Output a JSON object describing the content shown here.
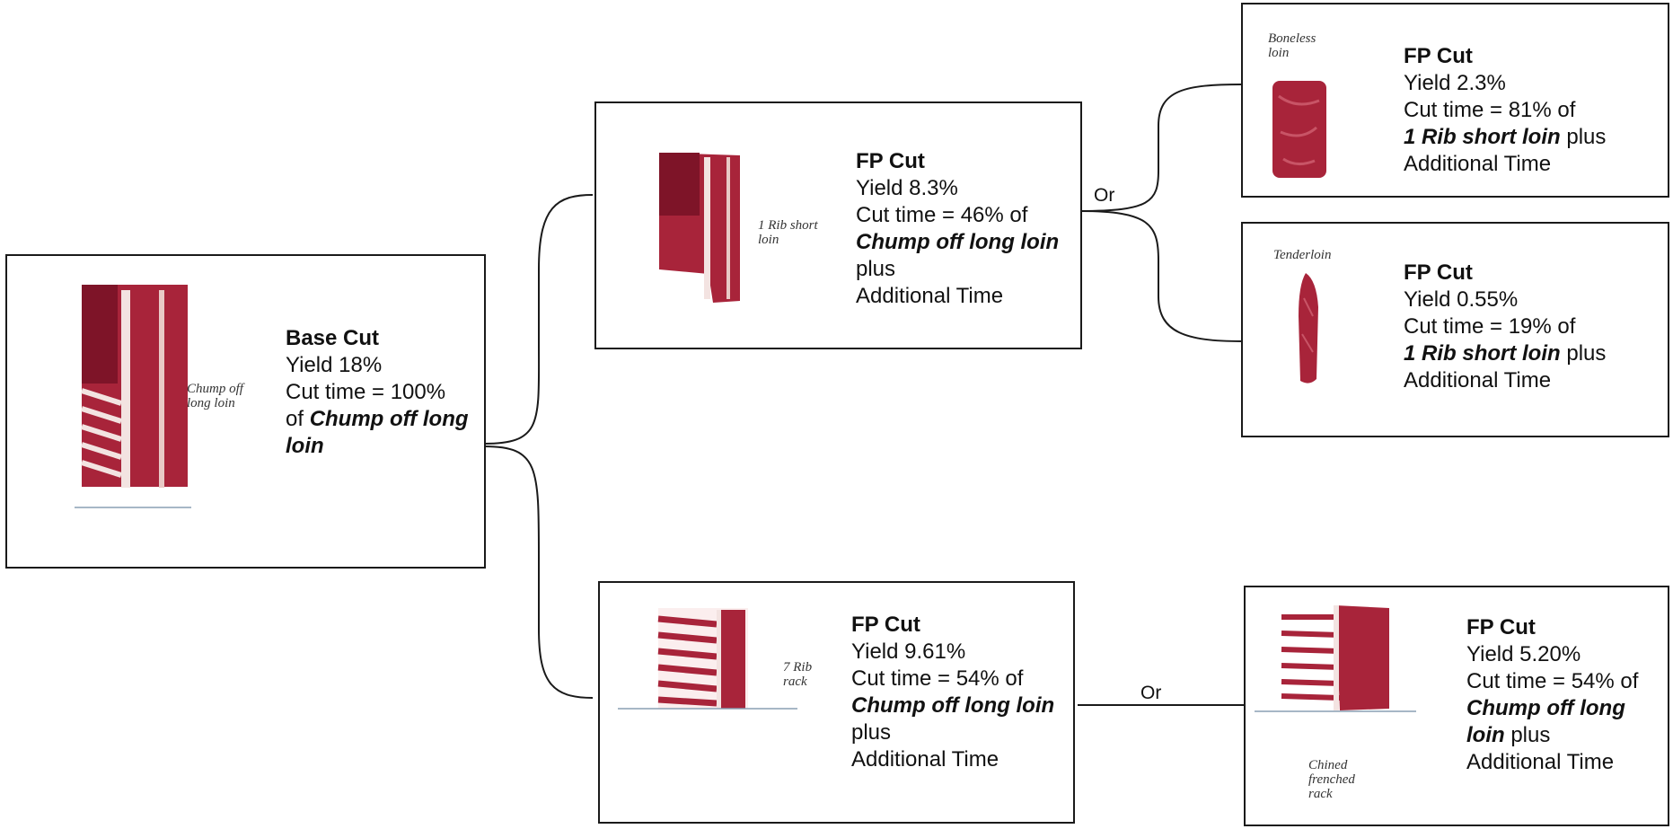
{
  "connector_words": {
    "upper": "Or",
    "lower": "Or"
  },
  "nodes": {
    "base": {
      "head": "Base Cut",
      "yield": "Yield 18%",
      "time_a": "Cut time = 100%",
      "time_b": "of ",
      "ref": "Chump off long loin",
      "caption": "Chump off long loin"
    },
    "short_loin": {
      "head": "FP Cut",
      "yield": "Yield 8.3%",
      "time_a": "Cut time = 46% of",
      "ref": "Chump off long loin",
      "plus": " plus",
      "tail": "Additional Time",
      "caption": "1 Rib short loin"
    },
    "boneless_loin": {
      "head": "FP Cut",
      "yield": "Yield 2.3%",
      "time_a": "Cut time = 81% of",
      "ref": "1 Rib short loin",
      "plus": " plus",
      "tail": "Additional Time",
      "caption": "Boneless loin"
    },
    "tenderloin": {
      "head": "FP Cut",
      "yield": "Yield 0.55%",
      "time_a": "Cut time = 19% of",
      "ref": "1 Rib short loin",
      "plus": " plus",
      "tail": "Additional Time",
      "caption": "Tenderloin"
    },
    "rack": {
      "head": "FP Cut",
      "yield": "Yield 9.61%",
      "time_a": "Cut time = 54% of",
      "ref": "Chump off long loin",
      "plus": " plus",
      "tail": "Additional Time",
      "caption": "7 Rib rack"
    },
    "frenched_rack": {
      "head": "FP Cut",
      "yield": "Yield 5.20%",
      "time_a": "Cut time = 54% of",
      "ref": "Chump off long loin",
      "plus": " plus",
      "tail": "Additional Time",
      "caption": "Chined frenched rack"
    }
  },
  "colors": {
    "meat": "#a8243a",
    "meat_dark": "#7e1428",
    "fat": "#f3e3e1",
    "line": "#1a1a1a"
  }
}
